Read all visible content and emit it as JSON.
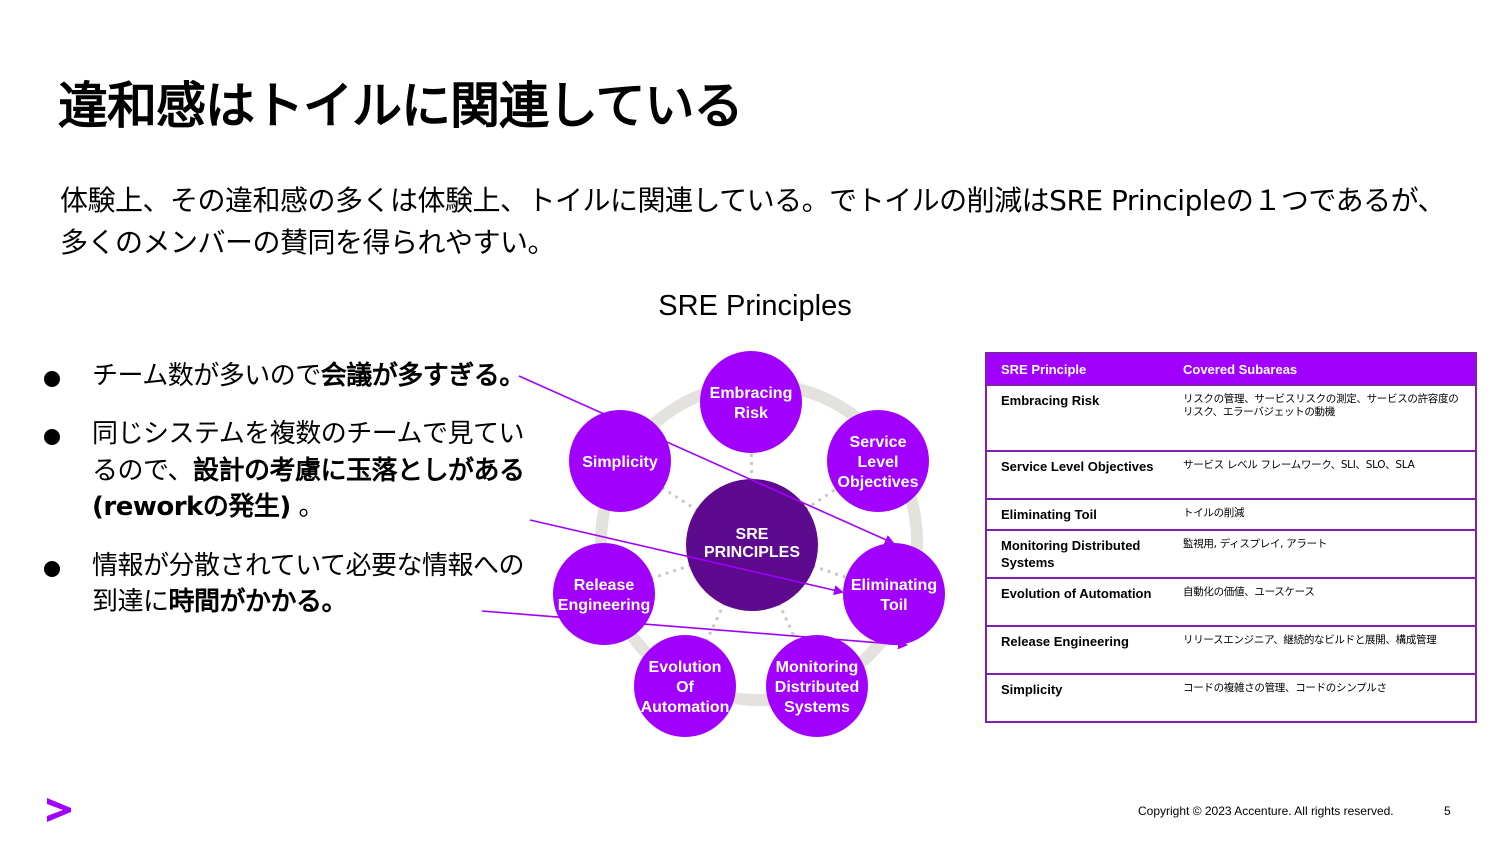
{
  "slide": {
    "title": "違和感はトイルに関連している",
    "subtitle": "体験上、その違和感の多くは体験上、トイルに関連している。でトイルの削減はSRE Principleの１つであるが、多くのメンバーの賛同を得られやすい。"
  },
  "bullets": [
    {
      "text": "チーム数が多いので",
      "bold": "会議が多すぎる。",
      "after": ""
    },
    {
      "text": "同じシステムを複数のチームで見ているので、",
      "bold": "設計の考慮に玉落としがある(reworkの発生)",
      "after": " 。"
    },
    {
      "text": "情報が分散されていて必要な情報への到達に",
      "bold": "時間がかかる。",
      "after": ""
    }
  ],
  "diagram": {
    "title": "SRE Principles",
    "center": [
      "SRE",
      "PRINCIPLES"
    ],
    "nodes": [
      {
        "lines": [
          "Embracing",
          "Risk"
        ]
      },
      {
        "lines": [
          "Service",
          "Level",
          "Objectives"
        ]
      },
      {
        "lines": [
          "Eliminating",
          "Toil"
        ]
      },
      {
        "lines": [
          "Monitoring",
          "Distributed",
          "Systems"
        ]
      },
      {
        "lines": [
          "Evolution",
          "Of",
          "Automation"
        ]
      },
      {
        "lines": [
          "Release",
          "Engineering"
        ]
      },
      {
        "lines": [
          "Simplicity"
        ]
      }
    ],
    "colors": {
      "node": "#a100ff",
      "center": "#5d0a8e",
      "ring": "#e4e2dc",
      "arrow": "#a100ff"
    }
  },
  "table": {
    "headers": [
      "SRE Principle",
      "Covered Subareas"
    ],
    "rows": [
      {
        "principle": "Embracing Risk",
        "subareas": "リスクの管理、サービスリスクの測定、サービスの許容度のリスク、エラーバジェットの動機"
      },
      {
        "principle": "Service Level Objectives",
        "subareas": "サービス レベル フレームワーク、SLI、SLO、SLA"
      },
      {
        "principle": "Eliminating Toil",
        "subareas": "トイルの削減"
      },
      {
        "principle": "Monitoring Distributed Systems",
        "subareas": "監視用, ディスプレイ, アラート"
      },
      {
        "principle": "Evolution of Automation",
        "subareas": "自動化の価値、ユースケース"
      },
      {
        "principle": "Release Engineering",
        "subareas": "リリースエンジニア、継続的なビルドと展開、構成管理"
      },
      {
        "principle": "Simplicity",
        "subareas": "コードの複雑さの管理、コードのシンプルさ"
      }
    ]
  },
  "footer": {
    "copyright": "Copyright © 2023 Accenture. All rights reserved.",
    "page": "5"
  }
}
